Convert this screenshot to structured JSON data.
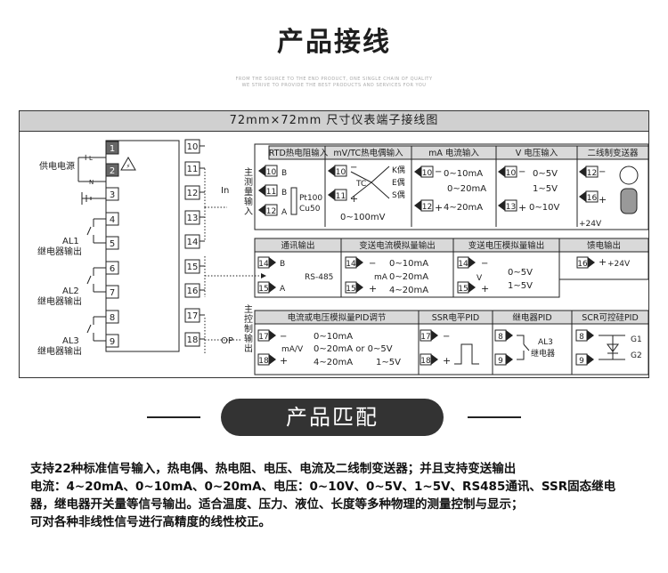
{
  "page": {
    "title": "产品接线",
    "tagline_1": "FROM THE SOURCE TO THE END PRODUCT, ONE SINGLE CHAIN OF QUALITY",
    "tagline_2": "WE STRIVE TO PROVIDE THE BEST PRODUCTS AND SERVICES FOR YOU"
  },
  "diagram": {
    "title": "72mm×72mm 尺寸仪表端子接线图",
    "left_terminals": [
      "1",
      "2",
      "3",
      "4",
      "5",
      "6",
      "7",
      "8",
      "9"
    ],
    "right_terminals": [
      "10",
      "11",
      "12",
      "13",
      "14",
      "15",
      "16",
      "17",
      "18"
    ],
    "labels": {
      "power": "供电电源",
      "plus": "+",
      "minus": "−",
      "L": "L",
      "N": "N",
      "al1_a": "AL1",
      "al1_b": "继电器输出",
      "al2_a": "AL2",
      "al2_b": "继电器输出",
      "al3_a": "AL3",
      "al3_b": "继电器输出",
      "in": "In",
      "op": "OP",
      "main_input": "主测量输入",
      "main_control": "主控制输出"
    },
    "input_headers": [
      "RTD热电阻输入",
      "mV/TC热电偶输入",
      "mA 电流输入",
      "V 电压输入",
      "二线制变送器"
    ],
    "rtd": {
      "b1": "B",
      "b2": "B",
      "a": "A",
      "pt": "Pt100",
      "cu": "Cu50"
    },
    "tc": {
      "tc": "TC",
      "k": "K偶",
      "e": "E偶",
      "s": "S偶",
      "range": "0~100mV"
    },
    "ma": {
      "r1": "0~10mA",
      "r2": "0~20mA",
      "r3": "4~20mA"
    },
    "v": {
      "r1": "0~5V",
      "r2": "1~5V",
      "r3": "0~10V"
    },
    "transmitter": {
      "v": "+24V"
    },
    "output_headers": [
      "通讯输出",
      "变送电流模拟量输出",
      "变送电压模拟量输出",
      "馈电输出"
    ],
    "comm": {
      "b": "B",
      "a": "A",
      "rs": "RS-485"
    },
    "cur_out": {
      "r1": "0~10mA",
      "ma": "mA",
      "r2": "0~20mA",
      "r3": "4~20mA"
    },
    "volt_out": {
      "v": "V",
      "r1": "0~5V",
      "r2": "1~5V"
    },
    "feed": {
      "v": "+24V"
    },
    "control_headers": [
      "电流或电压模拟量PID调节",
      "SSR电平PID",
      "继电器PID",
      "SCR可控硅PID"
    ],
    "pid": {
      "r1": "0~10mA",
      "r2": "0~20mA or 0~5V",
      "r3": "4~20mA",
      "r4": "1~5V",
      "mav": "mA/V"
    },
    "relay_pid": {
      "a": "AL3",
      "b": "继电器"
    },
    "scr": {
      "g1": "G1",
      "g2": "G2"
    }
  },
  "match": {
    "title": "产品匹配"
  },
  "description": [
    "支持22种标准信号输入，热电偶、热电阻、电压、电流及二线制变送器；并且支持变送输出",
    "电流：4~20mA、0~10mA、0~20mA、电压：0~10V、0~5V、1~5V、RS485通讯、SSR固态继电",
    "器，继电器开关量等信号输出。适合温度、压力、液位、长度等多种物理的测量控制与显示；",
    "可对各种非线性信号进行高精度的线性校正。"
  ]
}
